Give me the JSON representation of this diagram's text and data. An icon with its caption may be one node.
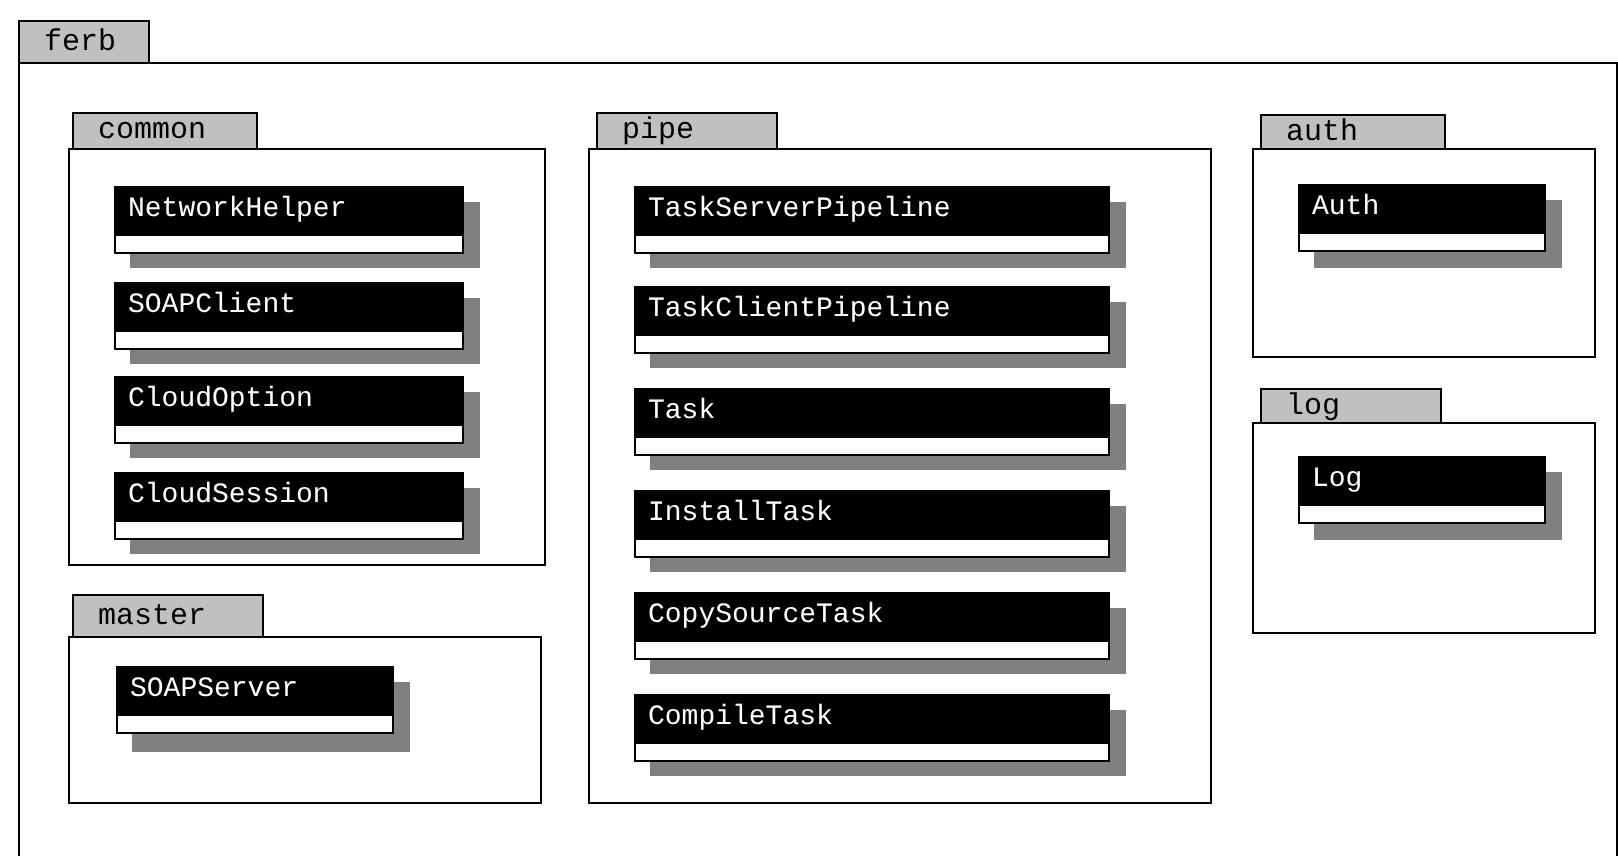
{
  "diagram": {
    "nodes": [
      {
        "text": [
          "ferb"
        ]
      },
      {
        "text": [
          "common"
        ],
        "in": 0
      },
      {
        "text": [
          "NetworkHelper"
        ],
        "in": 1
      },
      {
        "text": [
          "SOAPClient"
        ],
        "in": 1
      },
      {
        "text": [
          "CloudOption"
        ],
        "in": 1
      },
      {
        "text": [
          "CloudSession"
        ],
        "in": 1
      },
      {
        "text": [
          "pipe"
        ],
        "in": 0
      },
      {
        "text": [
          "TaskServerPipeline"
        ],
        "in": 6
      },
      {
        "text": [
          "TaskClientPipeline"
        ],
        "in": 6
      },
      {
        "text": [
          "Task"
        ],
        "in": 6
      },
      {
        "text": [
          "InstallTask"
        ],
        "in": 6
      },
      {
        "text": [
          "CopySourceTask"
        ],
        "in": 6
      },
      {
        "text": [
          "CompileTask"
        ],
        "in": 6
      },
      {
        "text": [
          "auth"
        ],
        "in": 0
      },
      {
        "text": [
          "Auth"
        ],
        "in": 13
      },
      {
        "text": [
          "log"
        ],
        "in": 0
      },
      {
        "text": [
          "Log"
        ],
        "in": 15
      },
      {
        "text": [
          "master"
        ],
        "in": 0
      },
      {
        "text": [
          "SOAPServer"
        ],
        "in": 17
      }
    ]
  }
}
